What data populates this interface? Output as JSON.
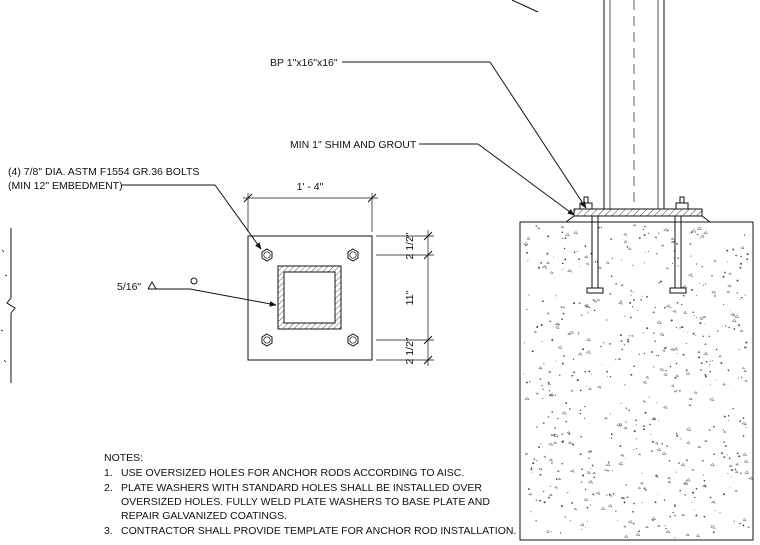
{
  "labels": {
    "base_plate": "BP 1\"x16\"x16\"",
    "shim_grout": "MIN 1\" SHIM AND GROUT",
    "bolts_line1": "(4) 7/8\" DIA. ASTM F1554 GR.36 BOLTS",
    "bolts_line2": "(MIN 12\" EMBEDMENT)",
    "weld": "5/16\""
  },
  "dimensions": {
    "plate_width": "1' - 4\"",
    "edge_top": "2 1/2\"",
    "bolt_spacing": "11\"",
    "edge_bottom": "2 1/2\""
  },
  "notes": {
    "title": "NOTES:",
    "items": [
      {
        "num": "1.",
        "lines": [
          "USE OVERSIZED HOLES FOR ANCHOR RODS ACCORDING TO AISC."
        ]
      },
      {
        "num": "2.",
        "lines": [
          "PLATE WASHERS WITH STANDARD HOLES SHALL BE INSTALLED OVER",
          "OVERSIZED HOLES. FULLY WELD PLATE WASHERS TO BASE PLATE AND",
          "REPAIR GALVANIZED COATINGS."
        ]
      },
      {
        "num": "3.",
        "lines": [
          "CONTRACTOR SHALL PROVIDE TEMPLATE FOR ANCHOR ROD INSTALLATION."
        ]
      }
    ]
  }
}
